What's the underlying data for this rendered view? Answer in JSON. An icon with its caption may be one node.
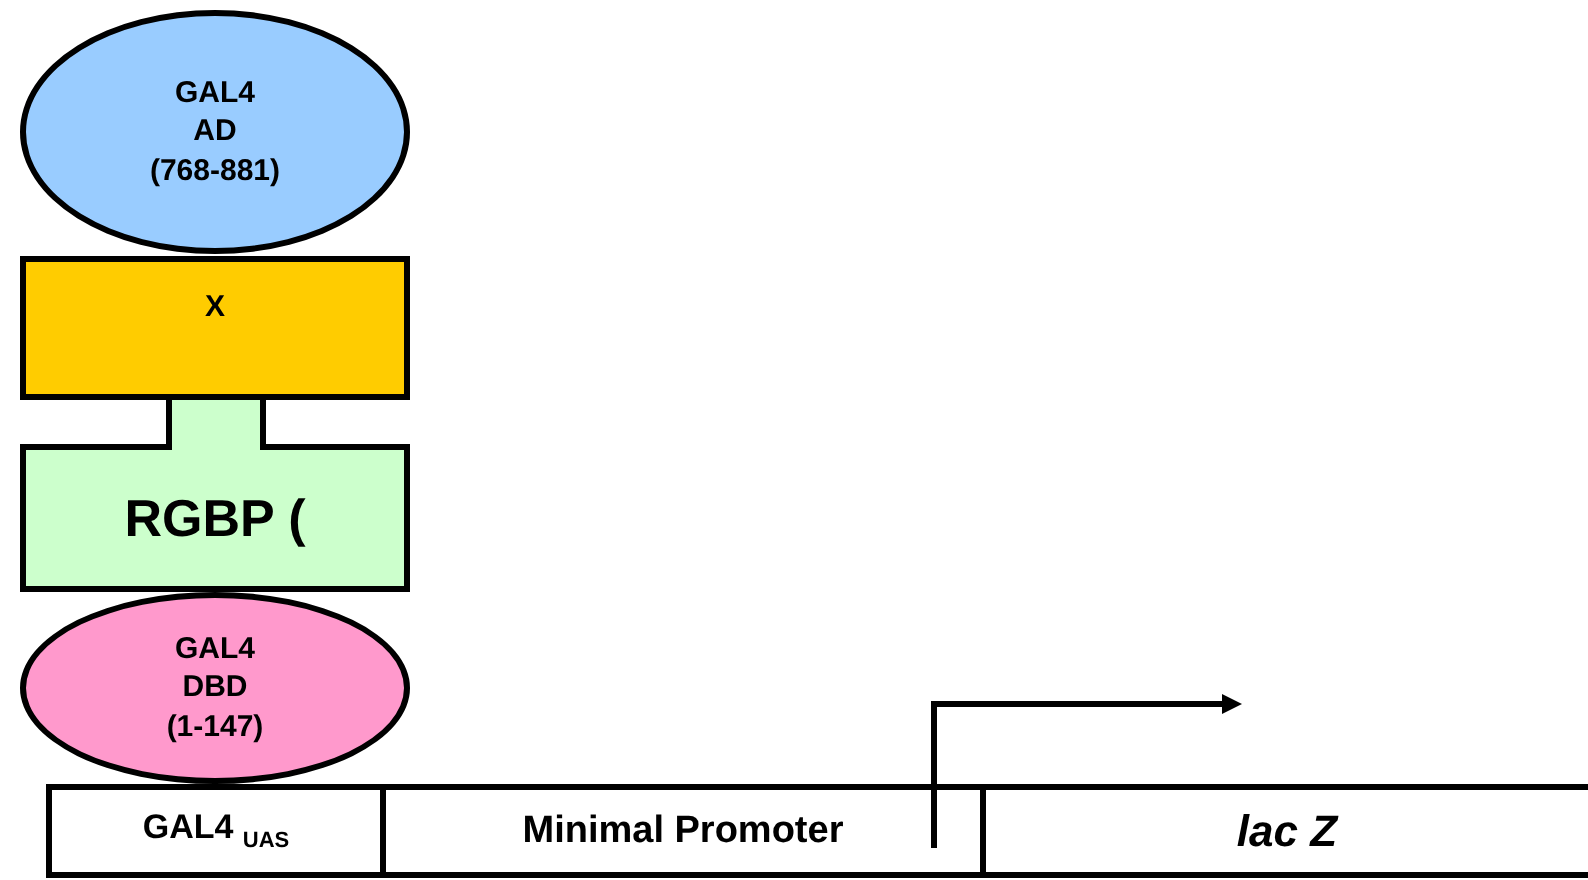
{
  "diagram": {
    "nodes": [
      {
        "text": [
          "GAL4 AD (768-881)"
        ]
      },
      {
        "text": [
          "X"
        ]
      },
      {
        "text": [
          "RGBP ("
        ]
      },
      {
        "text": [
          "GAL4 DBD (1-147)"
        ]
      },
      {
        "text": [
          "GAL4 $_{UAS}$"
        ]
      },
      {
        "text": [
          "Minimal Promoter"
        ]
      },
      {
        "text": [
          "lac Z"
        ]
      }
    ]
  }
}
